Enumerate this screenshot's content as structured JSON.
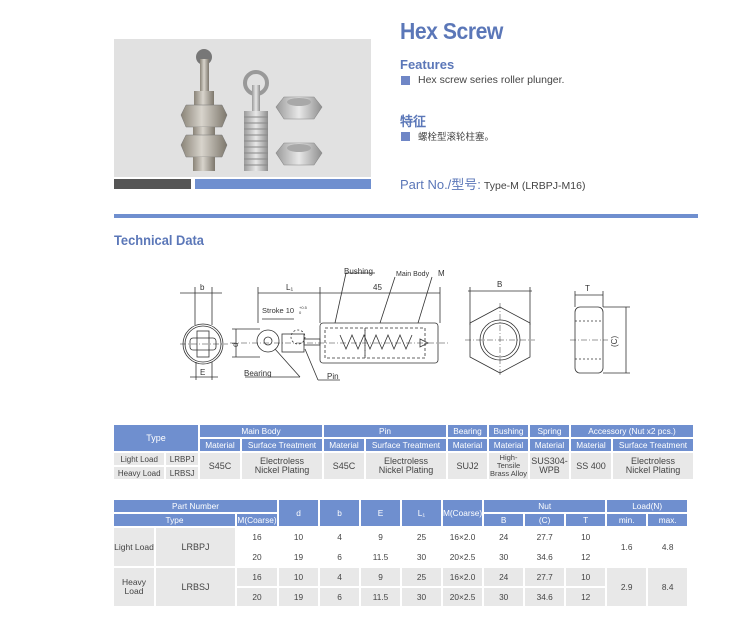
{
  "header": {
    "title": "Hex Screw",
    "features_heading": "Features",
    "features": [
      "Hex screw series roller plunger."
    ],
    "features_cn_heading": "特征",
    "features_cn": [
      "螺栓型滚轮柱塞。"
    ],
    "part_no_label": "Part No./型号:",
    "part_no_value": "Type-M (LRBPJ-M16)"
  },
  "section": {
    "technical_data": "Technical Data"
  },
  "drawing": {
    "labels": {
      "b": "b",
      "E": "E",
      "d": "d",
      "L1": "L₁",
      "len45": "45",
      "bushing": "Bushing",
      "main_body": "Main Body",
      "M": "M",
      "stroke": "Stroke 10",
      "stroke_tol_upper": "+0.5",
      "stroke_tol_lower": "0",
      "bearing": "Bearing",
      "pin": "Pin",
      "B": "B",
      "T": "T",
      "C": "(C)"
    }
  },
  "materials_table": {
    "headers": {
      "type": "Type",
      "main_body": "Main Body",
      "pin": "Pin",
      "bearing": "Bearing",
      "bushing": "Bushing",
      "spring": "Spring",
      "accessory": "Accessory (Nut x2 pcs.)",
      "material": "Material",
      "surface_treatment": "Surface Treatment"
    },
    "types": [
      {
        "load": "Light Load",
        "code": "LRBPJ"
      },
      {
        "load": "Heavy Load",
        "code": "LRBSJ"
      }
    ],
    "values": {
      "main_body_material": "S45C",
      "main_body_surface_1": "Electroless",
      "main_body_surface_2": "Nickel Plating",
      "pin_material": "S45C",
      "pin_surface_1": "Electroless",
      "pin_surface_2": "Nickel Plating",
      "bearing_material": "SUJ2",
      "bushing_material_1": "High-",
      "bushing_material_2": "Tensile",
      "bushing_material_3": "Brass Alloy",
      "spring_material_1": "SUS304-",
      "spring_material_2": "WPB",
      "accessory_material": "SS 400",
      "accessory_surface_1": "Electroless",
      "accessory_surface_2": "Nickel Plating"
    }
  },
  "dimensions_table": {
    "headers": {
      "part_number": "Part Number",
      "type": "Type",
      "m_coarse": "M(Coarse)",
      "d": "d",
      "b": "b",
      "E": "E",
      "L1": "L₁",
      "m_coarse2": "M(Coarse)",
      "nut": "Nut",
      "B": "B",
      "C": "(C)",
      "T": "T",
      "load": "Load(N)",
      "min": "min.",
      "max": "max."
    },
    "groups": [
      {
        "load_1": "Light Load",
        "load_2": "",
        "code": "LRBPJ",
        "min": "1.6",
        "max": "4.8",
        "rows": [
          {
            "M": "16",
            "d": "10",
            "b": "4",
            "E": "9",
            "L1": "25",
            "thread": "16×2.0",
            "B": "24",
            "C": "27.7",
            "T": "10"
          },
          {
            "M": "20",
            "d": "19",
            "b": "6",
            "E": "11.5",
            "L1": "30",
            "thread": "20×2.5",
            "B": "30",
            "C": "34.6",
            "T": "12"
          }
        ]
      },
      {
        "load_1": "Heavy",
        "load_2": "Load",
        "code": "LRBSJ",
        "min": "2.9",
        "max": "8.4",
        "rows": [
          {
            "M": "16",
            "d": "10",
            "b": "4",
            "E": "9",
            "L1": "25",
            "thread": "16×2.0",
            "B": "24",
            "C": "27.7",
            "T": "10"
          },
          {
            "M": "20",
            "d": "19",
            "b": "6",
            "E": "11.5",
            "L1": "30",
            "thread": "20×2.5",
            "B": "30",
            "C": "34.6",
            "T": "12"
          }
        ]
      }
    ]
  },
  "colors": {
    "accent": "#6f8fcf",
    "title": "#5b77b8",
    "cell": "#e8e8e8",
    "dark_bar": "#555555"
  }
}
